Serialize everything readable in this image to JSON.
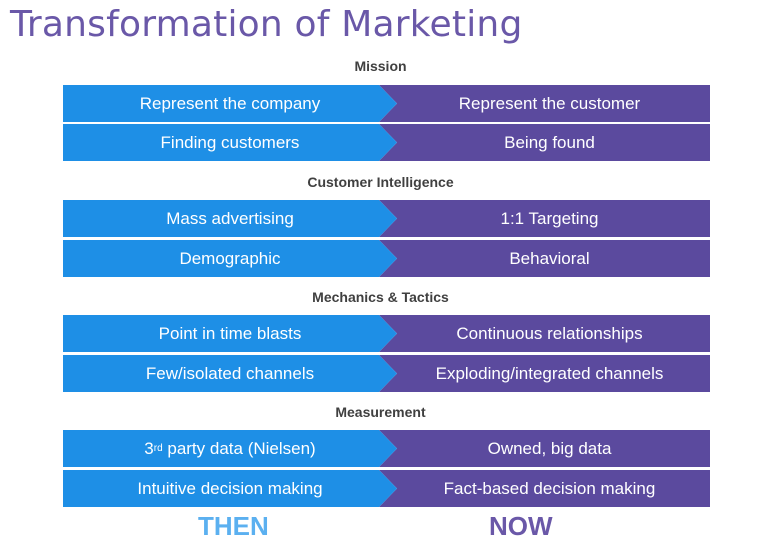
{
  "title": "Transformation of Marketing",
  "sections": [
    {
      "label": "Mission",
      "rows": [
        {
          "then": "Represent the company",
          "now": "Represent the customer"
        },
        {
          "then": "Finding customers",
          "now": "Being found"
        }
      ]
    },
    {
      "label": "Customer Intelligence",
      "rows": [
        {
          "then": "Mass advertising",
          "now": "1:1 Targeting"
        },
        {
          "then": "Demographic",
          "now": "Behavioral"
        }
      ]
    },
    {
      "label": "Mechanics & Tactics",
      "rows": [
        {
          "then": "Point in time blasts",
          "now": "Continuous relationships"
        },
        {
          "then": "Few/isolated channels",
          "now": "Exploding/integrated channels"
        }
      ]
    },
    {
      "label": "Measurement",
      "rows": [
        {
          "then_prefix": "3",
          "then_sup": "rd",
          "then": " party data (Nielsen)",
          "now": "Owned, big data"
        },
        {
          "then": "Intuitive decision making",
          "now": "Fact-based decision making"
        }
      ]
    }
  ],
  "footer": {
    "then": "THEN",
    "now": "NOW"
  },
  "colors": {
    "then": "#1e8fe6",
    "now": "#5b4a9e",
    "title": "#6a58a8",
    "footer_then": "#5bb0f0"
  }
}
